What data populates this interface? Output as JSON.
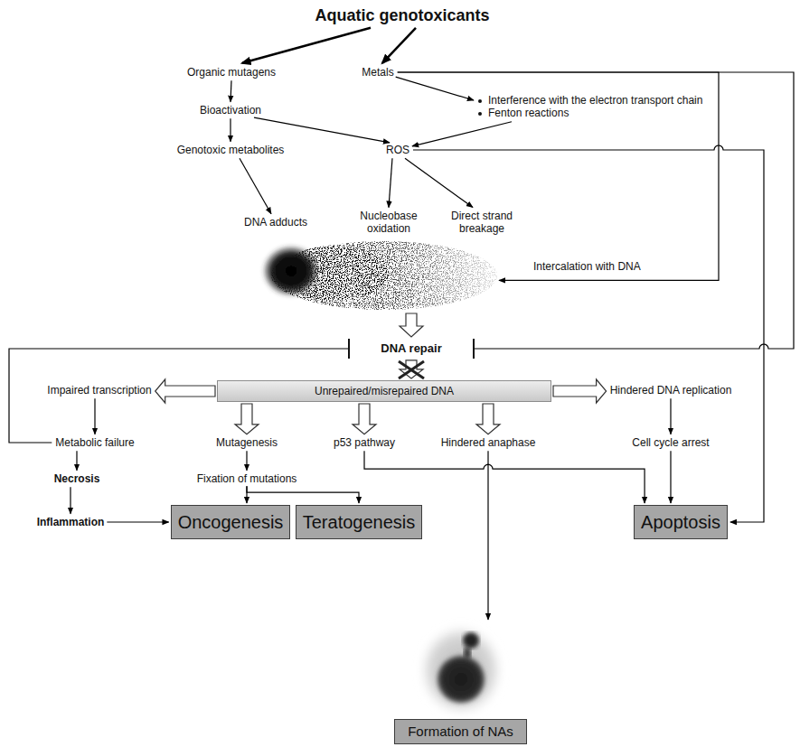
{
  "diagram": {
    "nodes": [
      {
        "text": [
          "Aquatic genotoxicants"
        ]
      },
      {
        "text": [
          "Organic mutagens"
        ]
      },
      {
        "text": [
          "Metals"
        ]
      },
      {
        "text": [
          "Bioactivation"
        ]
      },
      {
        "text": [
          "Interference with the electron transport chain",
          "Fenton reactions"
        ]
      },
      {
        "text": [
          "Genotoxic metabolites"
        ]
      },
      {
        "text": [
          "ROS"
        ]
      },
      {
        "text": [
          "DNA adducts"
        ]
      },
      {
        "text": [
          "Nucleobase oxidation"
        ]
      },
      {
        "text": [
          "Direct strand breakage"
        ]
      },
      {
        "text": [
          "Intercalation with DNA"
        ]
      },
      {
        "text": [
          "DNA repair"
        ]
      },
      {
        "text": [
          "Unrepaired/misrepaired DNA"
        ]
      },
      {
        "text": [
          "Impaired transcription"
        ]
      },
      {
        "text": [
          "Hindered DNA replication"
        ]
      },
      {
        "text": [
          "Metabolic failure"
        ]
      },
      {
        "text": [
          "Mutagenesis"
        ]
      },
      {
        "text": [
          "p53 pathway"
        ]
      },
      {
        "text": [
          "Hindered anaphase"
        ]
      },
      {
        "text": [
          "Cell cycle arrest"
        ]
      },
      {
        "text": [
          "Necrosis"
        ]
      },
      {
        "text": [
          "Fixation of mutations"
        ]
      },
      {
        "text": [
          "Inflammation"
        ]
      },
      {
        "text": [
          "Oncogenesis"
        ]
      },
      {
        "text": [
          "Teratogenesis"
        ]
      },
      {
        "text": [
          "Apoptosis"
        ]
      },
      {
        "text": [
          "Formation of NAs"
        ]
      }
    ],
    "edges": [
      {
        "from": 0,
        "to": 1,
        "arrow": "to"
      },
      {
        "from": 0,
        "to": 2,
        "arrow": "to"
      },
      {
        "from": 1,
        "to": 3,
        "arrow": "to"
      },
      {
        "from": 3,
        "to": 5,
        "arrow": "to"
      },
      {
        "from": 3,
        "to": 6,
        "arrow": "to"
      },
      {
        "from": 2,
        "to": 4,
        "arrow": "to"
      },
      {
        "from": 4,
        "to": 6,
        "arrow": "to"
      },
      {
        "from": 5,
        "to": 7,
        "arrow": "to"
      },
      {
        "from": 6,
        "to": 8,
        "arrow": "to"
      },
      {
        "from": 6,
        "to": 9,
        "arrow": "to"
      },
      {
        "from": 2,
        "to": 10,
        "arrow": "to"
      },
      {
        "from": 2,
        "to": 11,
        "arrow": "none"
      },
      {
        "from": 15,
        "to": 11,
        "arrow": "none"
      },
      {
        "from": 6,
        "to": 25,
        "arrow": "to"
      },
      {
        "from": 11,
        "to": 12,
        "arrow": "to"
      },
      {
        "from": 12,
        "to": 13,
        "arrow": "to"
      },
      {
        "from": 12,
        "to": 16,
        "arrow": "to"
      },
      {
        "from": 12,
        "to": 17,
        "arrow": "to"
      },
      {
        "from": 12,
        "to": 18,
        "arrow": "to"
      },
      {
        "from": 12,
        "to": 14,
        "arrow": "to"
      },
      {
        "from": 13,
        "to": 15,
        "arrow": "to"
      },
      {
        "from": 15,
        "to": 20,
        "arrow": "to"
      },
      {
        "from": 20,
        "to": 22,
        "arrow": "to"
      },
      {
        "from": 22,
        "to": 23,
        "arrow": "to"
      },
      {
        "from": 16,
        "to": 21,
        "arrow": "to"
      },
      {
        "from": 21,
        "to": 23,
        "arrow": "to"
      },
      {
        "from": 21,
        "to": 24,
        "arrow": "to"
      },
      {
        "from": 17,
        "to": 25,
        "arrow": "to"
      },
      {
        "from": 18,
        "to": 26,
        "arrow": "to"
      },
      {
        "from": 14,
        "to": 19,
        "arrow": "to"
      },
      {
        "from": 19,
        "to": 25,
        "arrow": "to"
      }
    ]
  }
}
